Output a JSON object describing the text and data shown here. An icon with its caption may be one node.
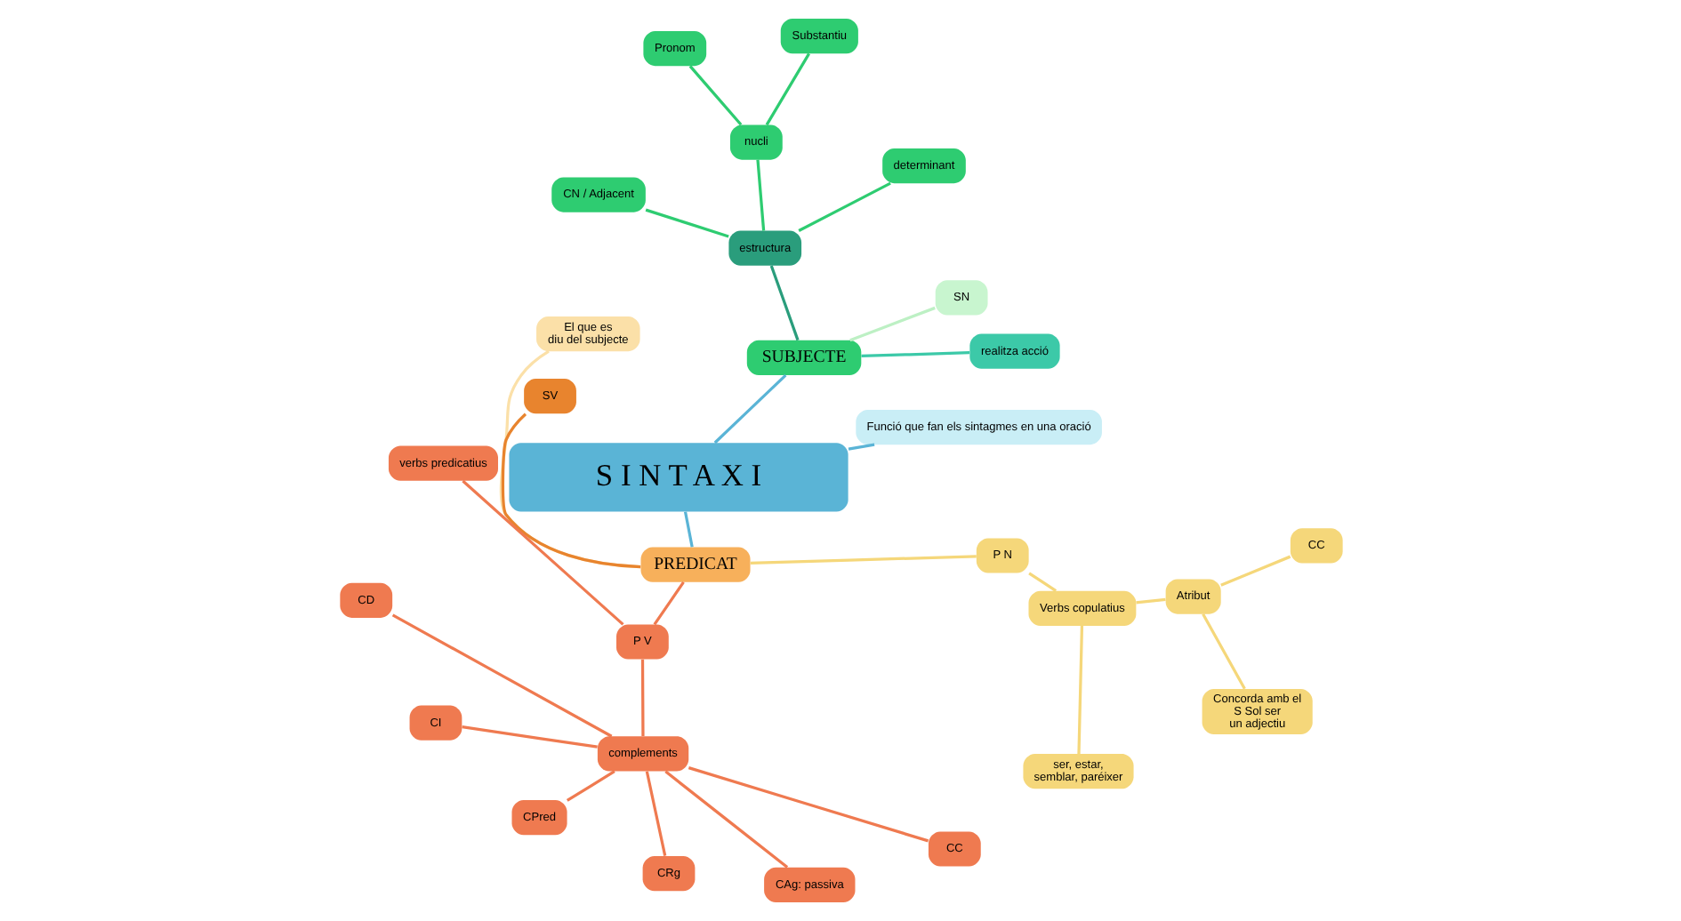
{
  "diagram": {
    "nodes": [
      {
        "text": [
          "S I N T A X I"
        ]
      },
      {
        "text": [
          "Funció que fan els sintagmes en una oració"
        ]
      },
      {
        "text": [
          "SUBJECTE"
        ]
      },
      {
        "text": [
          "realitza acció"
        ]
      },
      {
        "text": [
          "SN"
        ]
      },
      {
        "text": [
          "estructura"
        ]
      },
      {
        "text": [
          "determinant"
        ]
      },
      {
        "text": [
          "nucli"
        ]
      },
      {
        "text": [
          "CN / Adjacent"
        ]
      },
      {
        "text": [
          "Substantiu"
        ]
      },
      {
        "text": [
          "Pronom"
        ]
      },
      {
        "text": [
          "PREDICAT"
        ]
      },
      {
        "text": [
          "El que es diu del subjecte"
        ]
      },
      {
        "text": [
          "SV"
        ]
      },
      {
        "text": [
          "P V"
        ]
      },
      {
        "text": [
          "verbs predicatius"
        ]
      },
      {
        "text": [
          "complements"
        ]
      },
      {
        "text": [
          "CD"
        ]
      },
      {
        "text": [
          "CI"
        ]
      },
      {
        "text": [
          "CPred"
        ]
      },
      {
        "text": [
          "CRg"
        ]
      },
      {
        "text": [
          "CAg: passiva"
        ]
      },
      {
        "text": [
          "CC"
        ]
      },
      {
        "text": [
          "P N"
        ]
      },
      {
        "text": [
          "Verbs copulatius"
        ]
      },
      {
        "text": [
          "ser, estar, semblar, paréixer"
        ]
      },
      {
        "text": [
          "Atribut"
        ]
      },
      {
        "text": [
          "Concorda amb el S Sol ser un adjectiu"
        ]
      },
      {
        "text": [
          "CC"
        ]
      }
    ],
    "edges": [
      {
        "from": 0,
        "to": 1,
        "arrow": "none",
        "color": "#5ab4d6"
      },
      {
        "from": 0,
        "to": 2,
        "arrow": "none",
        "color": "#5ab4d6"
      },
      {
        "from": 2,
        "to": 3,
        "arrow": "none",
        "color": "#3cc9a8"
      },
      {
        "from": 2,
        "to": 4,
        "arrow": "none",
        "color": "#bdf0c4"
      },
      {
        "from": 2,
        "to": 5,
        "arrow": "none",
        "color": "#2a9d7c"
      },
      {
        "from": 5,
        "to": 6,
        "arrow": "none",
        "color": "#2ecc71"
      },
      {
        "from": 5,
        "to": 7,
        "arrow": "none",
        "color": "#2ecc71"
      },
      {
        "from": 5,
        "to": 8,
        "arrow": "none",
        "color": "#2ecc71"
      },
      {
        "from": 7,
        "to": 9,
        "arrow": "none",
        "color": "#2ecc71"
      },
      {
        "from": 7,
        "to": 10,
        "arrow": "none",
        "color": "#2ecc71"
      },
      {
        "from": 0,
        "to": 11,
        "arrow": "none",
        "color": "#5ab4d6"
      },
      {
        "from": 11,
        "to": 12,
        "arrow": "none",
        "color": "#fbe0a8"
      },
      {
        "from": 11,
        "to": 13,
        "arrow": "none",
        "color": "#e8842e"
      },
      {
        "from": 11,
        "to": 14,
        "arrow": "none",
        "color": "#ef7a50"
      },
      {
        "from": 14,
        "to": 15,
        "arrow": "none",
        "color": "#ef7a50"
      },
      {
        "from": 14,
        "to": 16,
        "arrow": "none",
        "color": "#ef7a50"
      },
      {
        "from": 16,
        "to": 17,
        "arrow": "none",
        "color": "#ef7a50"
      },
      {
        "from": 16,
        "to": 18,
        "arrow": "none",
        "color": "#ef7a50"
      },
      {
        "from": 16,
        "to": 19,
        "arrow": "none",
        "color": "#ef7a50"
      },
      {
        "from": 16,
        "to": 20,
        "arrow": "none",
        "color": "#ef7a50"
      },
      {
        "from": 16,
        "to": 21,
        "arrow": "none",
        "color": "#ef7a50"
      },
      {
        "from": 16,
        "to": 22,
        "arrow": "none",
        "color": "#ef7a50"
      },
      {
        "from": 11,
        "to": 23,
        "arrow": "none",
        "color": "#f5d77a"
      },
      {
        "from": 23,
        "to": 24,
        "arrow": "none",
        "color": "#f5d77a"
      },
      {
        "from": 24,
        "to": 25,
        "arrow": "none",
        "color": "#f5d77a"
      },
      {
        "from": 24,
        "to": 26,
        "arrow": "none",
        "color": "#f5d77a"
      },
      {
        "from": 26,
        "to": 27,
        "arrow": "none",
        "color": "#f5d77a"
      },
      {
        "from": 26,
        "to": 28,
        "arrow": "none",
        "color": "#f5d77a"
      }
    ]
  }
}
